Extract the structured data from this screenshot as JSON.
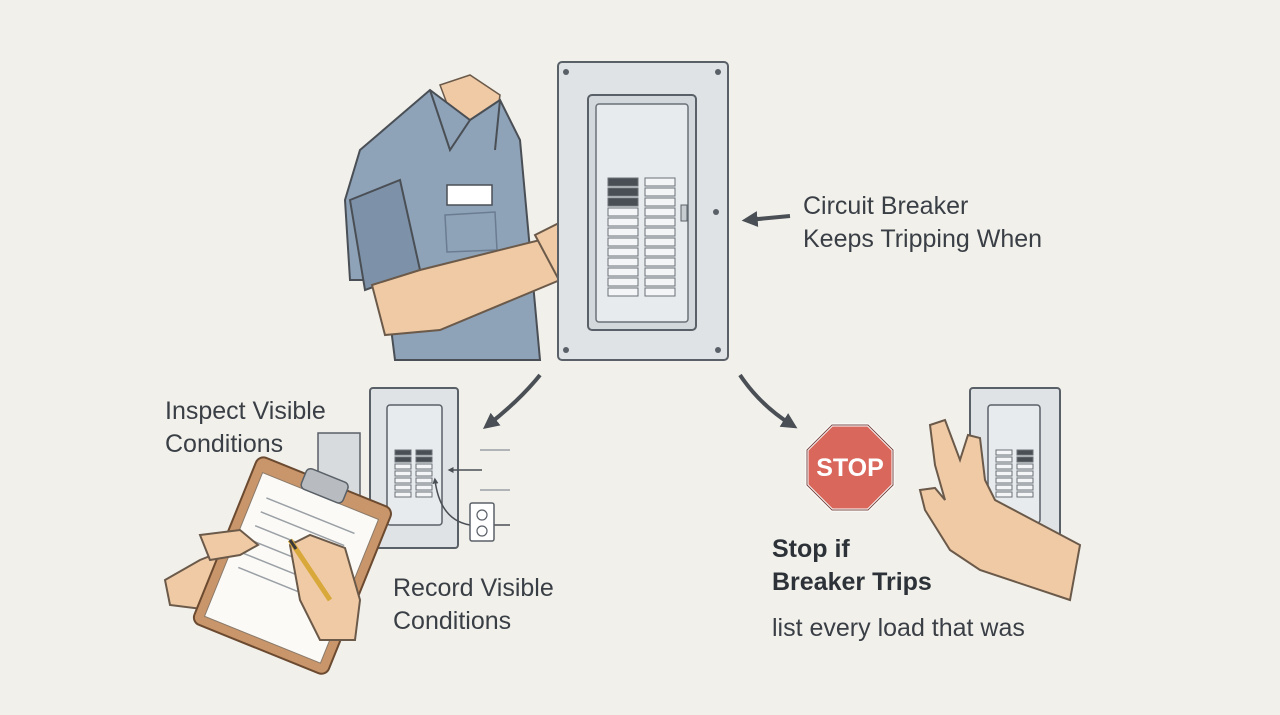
{
  "labels": {
    "main": {
      "line1": "Circuit Breaker",
      "line2": "Keeps Tripping When"
    },
    "inspect": {
      "line1": "Inspect Visible",
      "line2": "Conditions"
    },
    "record": {
      "line1": "Record Visible",
      "line2": "Conditions"
    },
    "stop": {
      "line1": "Stop if",
      "line2": "Breaker Trips"
    },
    "list_note": "list every load that was"
  },
  "sign": {
    "text": "STOP",
    "color": "#d9675c"
  },
  "colors": {
    "background": "#f1f0eb",
    "panel": "#dfe3e6",
    "shirt": "#8ea2b8",
    "skin": "#f0caa5",
    "ink": "#4a4f55",
    "clipboard": "#c9956a"
  }
}
